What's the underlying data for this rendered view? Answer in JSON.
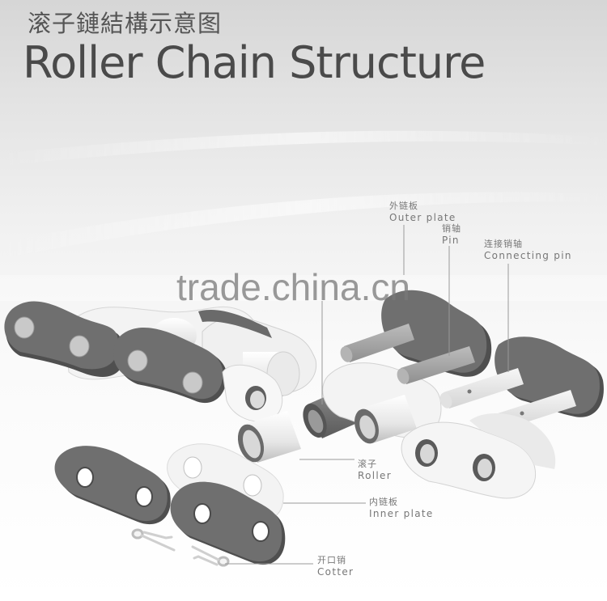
{
  "header": {
    "title_cn": "滚子鏈結構示意图",
    "title_en": "Roller Chain Structure"
  },
  "watermark": "trade.china.cn",
  "labels": {
    "outer_plate": {
      "cn": "外链板",
      "en": "Outer plate"
    },
    "pin": {
      "cn": "销轴",
      "en": "Pin"
    },
    "connecting_pin": {
      "cn": "连接销轴",
      "en": "Connecting pin"
    },
    "roller": {
      "cn": "滚子",
      "en": "Roller"
    },
    "inner_plate": {
      "cn": "内链板",
      "en": "Inner plate"
    },
    "cotter": {
      "cn": "开口销",
      "en": "Cotter"
    }
  },
  "colors": {
    "dark_plate": "#6f6f6f",
    "dark_plate_edge": "#4f4f4f",
    "light_part": "#f2f2f2",
    "light_part_edge": "#d0d0d0",
    "leader_line": "#9a9a9a",
    "label_text": "#777777"
  }
}
